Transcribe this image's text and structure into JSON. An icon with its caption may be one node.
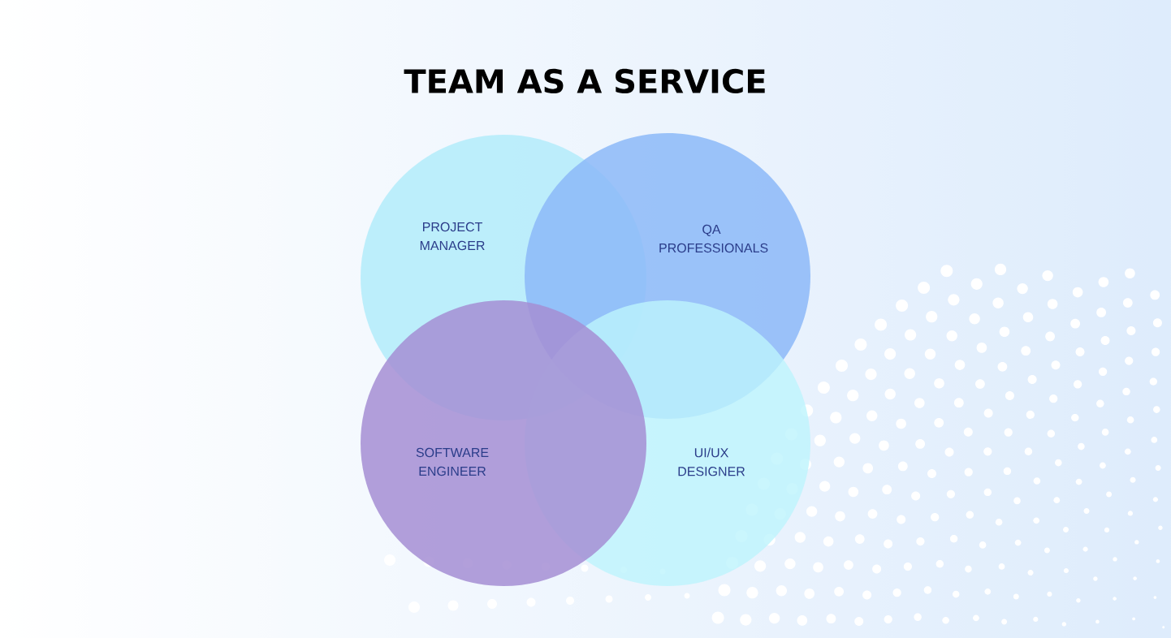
{
  "diagram": {
    "title": "TEAM AS A SERVICE",
    "nodes": [
      {
        "text": [
          "PROJECT MANAGER"
        ]
      },
      {
        "text": [
          "QA PROFESSIONALS"
        ]
      },
      {
        "text": [
          "SOFTWARE ENGINEER"
        ]
      },
      {
        "text": [
          "UI/UX DESIGNER"
        ]
      }
    ],
    "edges": []
  }
}
